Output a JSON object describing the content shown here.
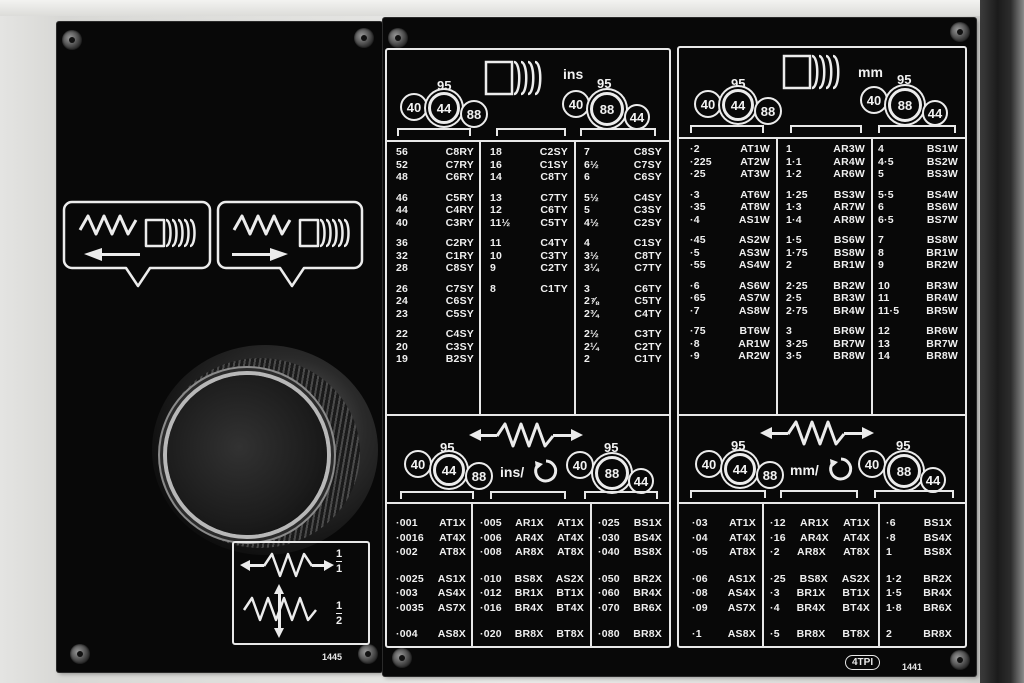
{
  "plates": {
    "left_plate_number": "1445",
    "right_plate_number": "1441",
    "tpi_badge": "4TPI"
  },
  "left_plate": {
    "ratio_top": [
      "1",
      "1"
    ],
    "ratio_bottom": [
      "1",
      "2"
    ]
  },
  "gears": {
    "g40": "40",
    "g44": "44",
    "g88": "88",
    "g95": "95"
  },
  "units": {
    "ins": "ins",
    "mm": "mm",
    "ins_per_rev": "ins/",
    "mm_per_rev": "mm/"
  },
  "tables": {
    "inch_threads": [
      [
        [
          [
            "56",
            "C8RY"
          ],
          [
            "52",
            "C7RY"
          ],
          [
            "48",
            "C6RY"
          ]
        ],
        [
          [
            "46",
            "C5RY"
          ],
          [
            "44",
            "C4RY"
          ],
          [
            "40",
            "C3RY"
          ]
        ],
        [
          [
            "36",
            "C2RY"
          ],
          [
            "32",
            "C1RY"
          ],
          [
            "28",
            "C8SY"
          ]
        ],
        [
          [
            "26",
            "C7SY"
          ],
          [
            "24",
            "C6SY"
          ],
          [
            "23",
            "C5SY"
          ]
        ],
        [
          [
            "22",
            "C4SY"
          ],
          [
            "20",
            "C3SY"
          ],
          [
            "19",
            "B2SY"
          ]
        ]
      ],
      [
        [
          [
            "18",
            "C2SY"
          ],
          [
            "16",
            "C1SY"
          ],
          [
            "14",
            "C8TY"
          ]
        ],
        [
          [
            "13",
            "C7TY"
          ],
          [
            "12",
            "C6TY"
          ],
          [
            "11½",
            "C5TY"
          ]
        ],
        [
          [
            "11",
            "C4TY"
          ],
          [
            "10",
            "C3TY"
          ],
          [
            "9",
            "C2TY"
          ]
        ],
        [
          [
            "8",
            "C1TY"
          ]
        ]
      ],
      [
        [
          [
            "7",
            "C8SY"
          ],
          [
            "6½",
            "C7SY"
          ],
          [
            "6",
            "C6SY"
          ]
        ],
        [
          [
            "5½",
            "C4SY"
          ],
          [
            "5",
            "C3SY"
          ],
          [
            "4½",
            "C2SY"
          ]
        ],
        [
          [
            "4",
            "C1SY"
          ],
          [
            "3½",
            "C8TY"
          ],
          [
            "3¼",
            "C7TY"
          ]
        ],
        [
          [
            "3",
            "C6TY"
          ],
          [
            "2⅞",
            "C5TY"
          ],
          [
            "2¾",
            "C4TY"
          ]
        ],
        [
          [
            "2½",
            "C3TY"
          ],
          [
            "2¼",
            "C2TY"
          ],
          [
            "2",
            "C1TY"
          ]
        ]
      ]
    ],
    "metric_threads": [
      [
        [
          [
            "·2",
            "AT1W"
          ],
          [
            "·225",
            "AT2W"
          ],
          [
            "·25",
            "AT3W"
          ]
        ],
        [
          [
            "·3",
            "AT6W"
          ],
          [
            "·35",
            "AT8W"
          ],
          [
            "·4",
            "AS1W"
          ]
        ],
        [
          [
            "·45",
            "AS2W"
          ],
          [
            "·5",
            "AS3W"
          ],
          [
            "·55",
            "AS4W"
          ]
        ],
        [
          [
            "·6",
            "AS6W"
          ],
          [
            "·65",
            "AS7W"
          ],
          [
            "·7",
            "AS8W"
          ]
        ],
        [
          [
            "·75",
            "BT6W"
          ],
          [
            "·8",
            "AR1W"
          ],
          [
            "·9",
            "AR2W"
          ]
        ]
      ],
      [
        [
          [
            "1",
            "AR3W"
          ],
          [
            "1·1",
            "AR4W"
          ],
          [
            "1·2",
            "AR6W"
          ]
        ],
        [
          [
            "1·25",
            "BS3W"
          ],
          [
            "1·3",
            "AR7W"
          ],
          [
            "1·4",
            "AR8W"
          ]
        ],
        [
          [
            "1·5",
            "BS6W"
          ],
          [
            "1·75",
            "BS8W"
          ],
          [
            "2",
            "BR1W"
          ]
        ],
        [
          [
            "2·25",
            "BR2W"
          ],
          [
            "2·5",
            "BR3W"
          ],
          [
            "2·75",
            "BR4W"
          ]
        ],
        [
          [
            "3",
            "BR6W"
          ],
          [
            "3·25",
            "BR7W"
          ],
          [
            "3·5",
            "BR8W"
          ]
        ]
      ],
      [
        [
          [
            "4",
            "BS1W"
          ],
          [
            "4·5",
            "BS2W"
          ],
          [
            "5",
            "BS3W"
          ]
        ],
        [
          [
            "5·5",
            "BS4W"
          ],
          [
            "6",
            "BS6W"
          ],
          [
            "6·5",
            "BS7W"
          ]
        ],
        [
          [
            "7",
            "BS8W"
          ],
          [
            "8",
            "BR1W"
          ],
          [
            "9",
            "BR2W"
          ]
        ],
        [
          [
            "10",
            "BR3W"
          ],
          [
            "11",
            "BR4W"
          ],
          [
            "11·5",
            "BR5W"
          ]
        ],
        [
          [
            "12",
            "BR6W"
          ],
          [
            "13",
            "BR7W"
          ],
          [
            "14",
            "BR8W"
          ]
        ]
      ]
    ],
    "inch_feeds": [
      [
        [
          [
            "·001",
            "AT1X"
          ],
          [
            "·0016",
            "AT4X"
          ],
          [
            "·002",
            "AT8X"
          ]
        ],
        [
          [
            "·0025",
            "AS1X"
          ],
          [
            "·003",
            "AS4X"
          ],
          [
            "·0035",
            "AS7X"
          ]
        ],
        [
          [
            "·004",
            "AS8X"
          ]
        ]
      ],
      [
        [
          [
            "·005",
            "AR1X",
            "AT1X"
          ],
          [
            "·006",
            "AR4X",
            "AT4X"
          ],
          [
            "·008",
            "AR8X",
            "AT8X"
          ]
        ],
        [
          [
            "·010",
            "BS8X",
            "AS2X"
          ],
          [
            "·012",
            "BR1X",
            "BT1X"
          ],
          [
            "·016",
            "BR4X",
            "BT4X"
          ]
        ],
        [
          [
            "·020",
            "BR8X",
            "BT8X"
          ]
        ]
      ],
      [
        [
          [
            "·025",
            "BS1X"
          ],
          [
            "·030",
            "BS4X"
          ],
          [
            "·040",
            "BS8X"
          ]
        ],
        [
          [
            "·050",
            "BR2X"
          ],
          [
            "·060",
            "BR4X"
          ],
          [
            "·070",
            "BR6X"
          ]
        ],
        [
          [
            "·080",
            "BR8X"
          ]
        ]
      ]
    ],
    "metric_feeds": [
      [
        [
          [
            "·03",
            "AT1X"
          ],
          [
            "·04",
            "AT4X"
          ],
          [
            "·05",
            "AT8X"
          ]
        ],
        [
          [
            "·06",
            "AS1X"
          ],
          [
            "·08",
            "AS4X"
          ],
          [
            "·09",
            "AS7X"
          ]
        ],
        [
          [
            "·1",
            "AS8X"
          ]
        ]
      ],
      [
        [
          [
            "·12",
            "AR1X",
            "AT1X"
          ],
          [
            "·16",
            "AR4X",
            "AT4X"
          ],
          [
            "·2",
            "AR8X",
            "AT8X"
          ]
        ],
        [
          [
            "·25",
            "BS8X",
            "AS2X"
          ],
          [
            "·3",
            "BR1X",
            "BT1X"
          ],
          [
            "·4",
            "BR4X",
            "BT4X"
          ]
        ],
        [
          [
            "·5",
            "BR8X",
            "BT8X"
          ]
        ]
      ],
      [
        [
          [
            "·6",
            "BS1X"
          ],
          [
            "·8",
            "BS4X"
          ],
          [
            "1",
            "BS8X"
          ]
        ],
        [
          [
            "1·2",
            "BR2X"
          ],
          [
            "1·5",
            "BR4X"
          ],
          [
            "1·8",
            "BR6X"
          ]
        ],
        [
          [
            "2",
            "BR8X"
          ]
        ]
      ]
    ]
  }
}
